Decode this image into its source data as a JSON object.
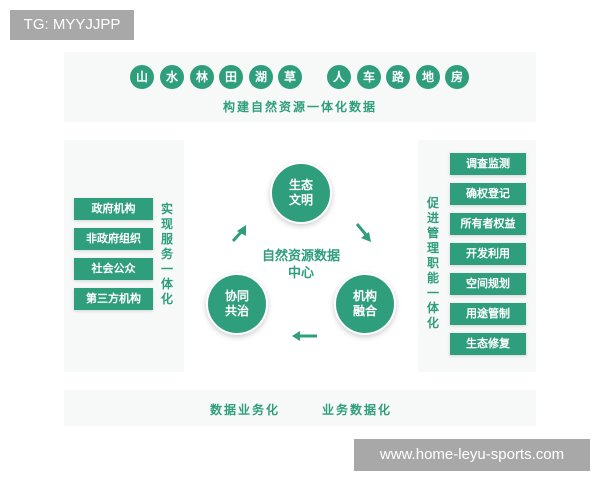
{
  "watermark": {
    "tag": "TG: MYYJJPP",
    "url": "www.home-leyu-sports.com"
  },
  "resources": {
    "group1": [
      "山",
      "水",
      "林",
      "田",
      "湖",
      "草"
    ],
    "group2": [
      "人",
      "车",
      "路",
      "地",
      "房"
    ],
    "caption": "构建自然资源一体化数据"
  },
  "left": {
    "items": [
      "政府机构",
      "非政府组织",
      "社会公众",
      "第三方机构"
    ],
    "caption": "实现服务一体化"
  },
  "right": {
    "items": [
      "调查监测",
      "确权登记",
      "所有者权益",
      "开发利用",
      "空间规划",
      "用途管制",
      "生态修复"
    ],
    "caption": "促进管理职能一体化"
  },
  "center": {
    "label": "自然资源数据中心",
    "nodes": {
      "top": "生态文明",
      "right": "机构融合",
      "left": "协同共治"
    }
  },
  "bottom": {
    "left": "数据业务化",
    "right": "业务数据化"
  },
  "colors": {
    "primary": "#2f9e7c",
    "panel": "#f7f8f8",
    "watermark": "#a8a8a8"
  }
}
